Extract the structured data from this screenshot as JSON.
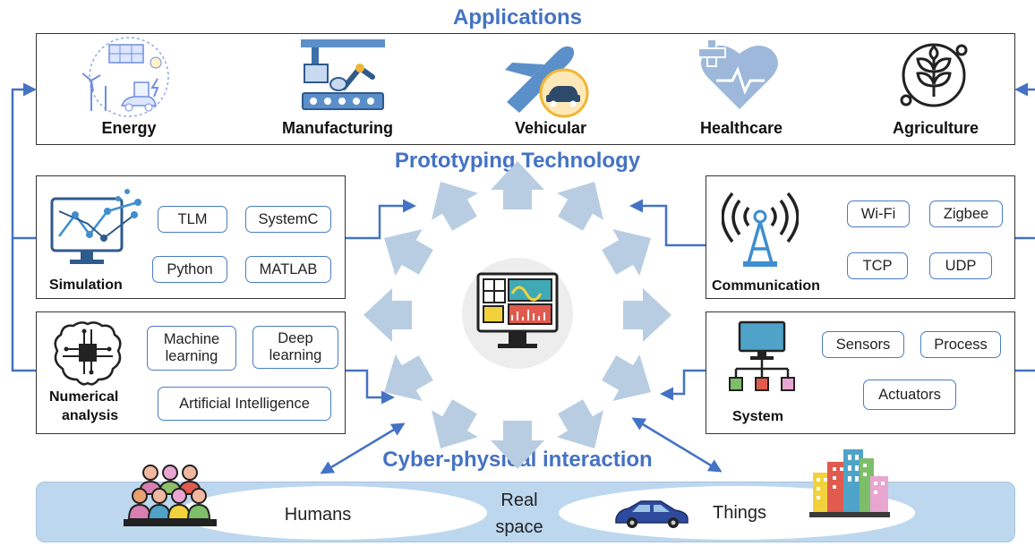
{
  "headings": {
    "applications": "Applications",
    "prototyping": "Prototyping Technology",
    "cyber": "Cyber-physical interaction"
  },
  "applications": [
    {
      "label": "Energy",
      "icon": "energy-icon"
    },
    {
      "label": "Manufacturing",
      "icon": "manufacturing-icon"
    },
    {
      "label": "Vehicular",
      "icon": "airplane-car-icon"
    },
    {
      "label": "Healthcare",
      "icon": "heart-health-icon"
    },
    {
      "label": "Agriculture",
      "icon": "plant-leaf-icon"
    }
  ],
  "simulation": {
    "title": "Simulation",
    "items": [
      "TLM",
      "SystemC",
      "Python",
      "MATLAB"
    ]
  },
  "numerical": {
    "title_line1": "Numerical",
    "title_line2": "analysis",
    "items": [
      "Machine learning",
      "Deep learning",
      "Artificial Intelligence"
    ]
  },
  "communication": {
    "title": "Communication",
    "items": [
      "Wi-Fi",
      "Zigbee",
      "TCP",
      "UDP"
    ]
  },
  "system": {
    "title": "System",
    "items": [
      "Sensors",
      "Process",
      "Actuators"
    ]
  },
  "real_space": {
    "humans": "Humans",
    "real_line1": "Real",
    "real_line2": "space",
    "things": "Things"
  },
  "colors": {
    "accent": "#4472C4",
    "arrow_light": "#B4C7DC",
    "real_space_bg": "#BDD7EE"
  }
}
